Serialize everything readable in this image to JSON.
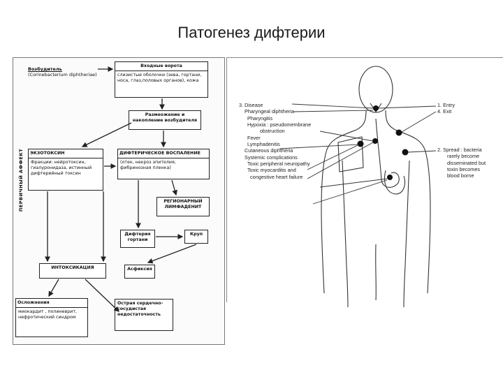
{
  "title": "Патогенез дифтерии",
  "left_diagram": {
    "side_label": "ПЕРВИЧНЫЙ АФФЕКТ",
    "pathogen": {
      "title": "Возбудитель",
      "subtitle": "(Corinebacterium diphtheriae)"
    },
    "entry_gate": {
      "title": "Входные ворота",
      "text": "слизистые оболочки (зева, гортани, носа, глаз,половых органов), кожа"
    },
    "reproduction": {
      "title": "Размножение и накопление возбудителя"
    },
    "exotoxin": {
      "title": "ЭКЗОТОКСИН",
      "text": "Фракции: нейротоксин, гиалуронидаза, истинный дифтерийный токсин"
    },
    "inflammation": {
      "title": "ДИФТЕРИЧЕСКОЕ ВОСПАЛЕНИЕ",
      "text": "(отек, некроз эпителия, фибринозная пленка)"
    },
    "lymphadenitis": {
      "title": "РЕГИОНАРНЫЙ ЛИМФАДЕНИТ"
    },
    "larynx": {
      "title": "Дифтерия гортани"
    },
    "croup": {
      "title": "Круп"
    },
    "intoxication": {
      "title": "ИНТОКСИКАЦИЯ"
    },
    "asphyxia": {
      "title": "Асфиксия"
    },
    "complications": {
      "title": "Осложнения",
      "text": "миокардит , полиневрит, нефротический синдром"
    },
    "heart_failure": {
      "title": "Острая сердечно-сосудистая недостаточность"
    }
  },
  "right_diagram": {
    "disease_list": [
      "3. Disease",
      "Pharyngeal diphtheria",
      "Pharyngitis",
      "Hypoxia : pseudomembrane",
      "obstruction",
      "Fever",
      "Lymphadenitis",
      "Cutaneous diphtheria",
      "Systemic complications",
      "Toxic peripheral neuropathy",
      "Toxic myocarditis and",
      "congestive heart failure"
    ],
    "entry_exit": [
      "1. Entry",
      "4. Exit"
    ],
    "spread": [
      "2. Spread : bacteria",
      "rarely become",
      "disseminated but",
      "toxin becomes",
      "blood borne"
    ]
  }
}
